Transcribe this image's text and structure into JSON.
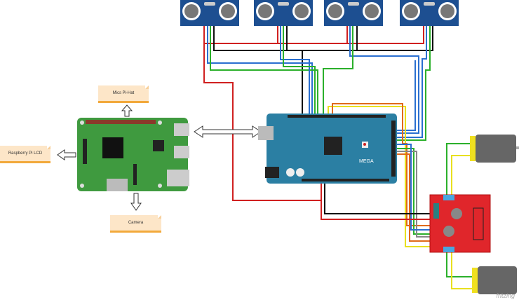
{
  "labels": {
    "mics_pi_hat": "Mics Pi-Hat",
    "raspberry_pi_lcd": "Raspberry Pi LCD",
    "camera": "Camera"
  },
  "arduino": {
    "logo_text": "MEGA"
  },
  "watermark": "fritzing",
  "components": [
    "raspberry-pi",
    "arduino-mega",
    "ultrasonic-sensor",
    "ultrasonic-sensor",
    "ultrasonic-sensor",
    "ultrasonic-sensor",
    "l298n-motor-driver",
    "dc-motor",
    "dc-motor"
  ],
  "colors": {
    "pi_board": "#3f9a3f",
    "arduino": "#2b7fa3",
    "driver": "#e0262b",
    "sensor": "#1d4f91",
    "note": "#fde6c8",
    "note_border": "#f2a93b"
  }
}
